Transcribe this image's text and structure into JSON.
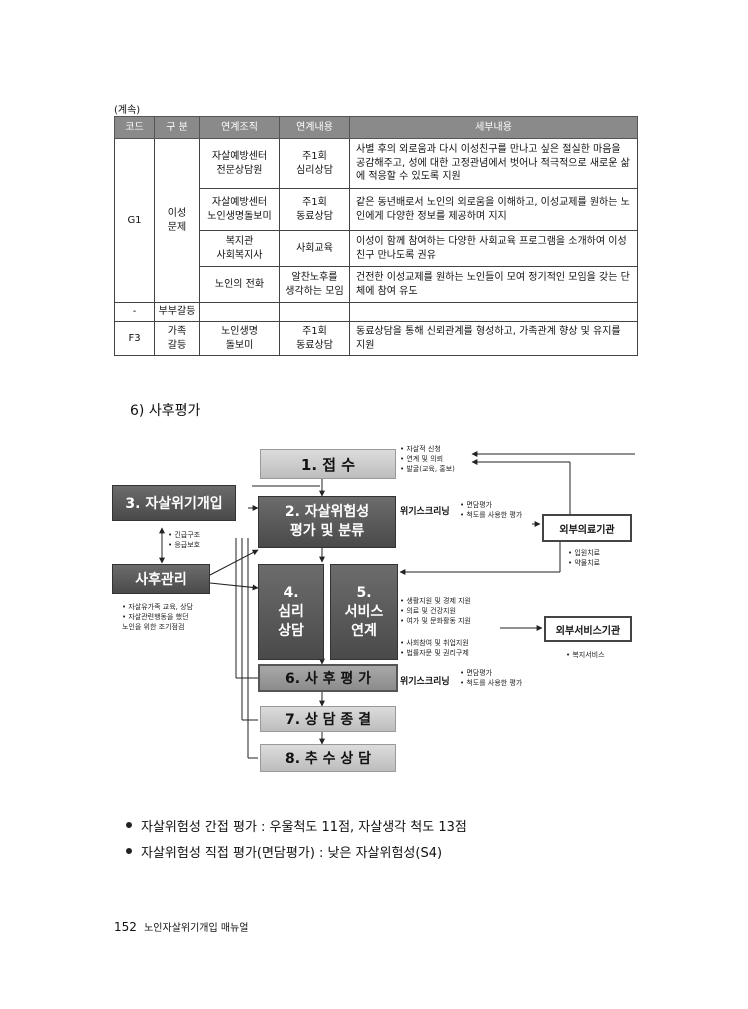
{
  "continued_label": "(계속)",
  "table": {
    "headers": [
      "코드",
      "구 분",
      "연계조직",
      "연계내용",
      "세부내용"
    ],
    "g1": {
      "code": "G1",
      "category": "이성\n문제",
      "rows": [
        {
          "org": "자살예방센터\n전문상담원",
          "content": "주1회\n심리상담",
          "detail": "사별 후의 외로움과 다시 이성친구를 만나고 싶은 절실한 마음을 공감해주고, 성에 대한 고정관념에서 벗어나 적극적으로 새로운 삶에 적응할 수 있도록 지원"
        },
        {
          "org": "자살예방센터\n노인생명돌보미",
          "content": "주1회\n동료상담",
          "detail": "같은 동년배로서 노인의 외로움을 이해하고, 이성교제를 원하는 노인에게 다양한 정보를 제공하며 지지"
        },
        {
          "org": "복지관\n사회복지사",
          "content": "사회교육",
          "detail": "이성이 함께 참여하는 다양한 사회교육 프로그램을 소개하여 이성친구 만나도록 권유"
        },
        {
          "org": "노인의 전화",
          "content": "알찬노후를\n생각하는 모임",
          "detail": "건전한 이성교제를 원하는 노인들이 모여 정기적인 모임을 갖는 단체에 참여 유도"
        }
      ]
    },
    "dash": {
      "code": "-",
      "category": "부부갈등"
    },
    "f3": {
      "code": "F3",
      "category": "가족\n갈등",
      "org": "노인생명\n돌보미",
      "content": "주1회\n동료상담",
      "detail": "동료상담을 통해 신뢰관계를 형성하고, 가족관계 향상 및 유지를 지원"
    }
  },
  "section_title": "6) 사후평가",
  "diagram": {
    "step1": "1. 접 수",
    "step2": "2. 자살위험성\n평가 및 분류",
    "step3": "3. 자살위기개입",
    "step4": "4.\n심리\n상담",
    "step5": "5.\n서비스\n연계",
    "step6": "6. 사 후 평 가",
    "step7": "7. 상 담 종 결",
    "step8": "8. 추 수 상 담",
    "aftercare": "사후관리",
    "external_medical": "외부의료기관",
    "external_service": "외부서비스기관",
    "crisis_screening_1": "위기스크리닝",
    "crisis_screening_2": "위기스크리닝",
    "intake_notes": [
      "• 자살적 신청",
      "• 연계 및 의뢰",
      "• 발굴(교육, 홍보)"
    ],
    "screening_notes_1": [
      "• 면담평가",
      "• 척도를 사용한 평가"
    ],
    "screening_notes_2": [
      "• 면담평가",
      "• 척도를 사용한 평가"
    ],
    "crisis_notes": [
      "• 긴급구조",
      "• 응급보호"
    ],
    "aftercare_notes": [
      "• 자살유가족 교육, 상담",
      "• 자살관련행동을 했던",
      "  노인을 위한 조기점검"
    ],
    "medical_notes": [
      "• 입원치료",
      "• 약물치료"
    ],
    "service_notes_a": [
      "• 생활지원 및 경제 지원",
      "• 의료 및 건강지원",
      "• 여가 및 문화활동 지원"
    ],
    "service_notes_b": [
      "• 사회참여 및 취업지원",
      "• 법률자문 및 권리구제"
    ],
    "welfare_note": "• 복지서비스"
  },
  "bullets": [
    "자살위험성 간접 평가 : 우울척도 11점, 자살생각 척도 13점",
    "자살위험성 직접 평가(면담평가) : 낮은 자살위험성(S4)"
  ],
  "footer": {
    "page_number": "152",
    "title": "노인자살위기개입 매뉴얼"
  }
}
